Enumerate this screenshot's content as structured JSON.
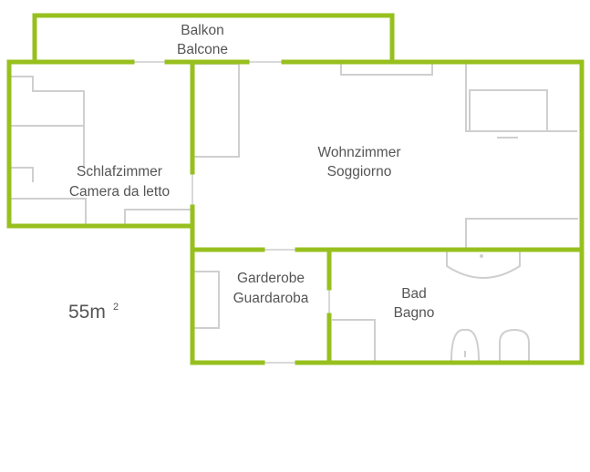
{
  "rooms": {
    "balcony": {
      "line1": "Balkon",
      "line2": "Balcone"
    },
    "bedroom": {
      "line1": "Schlafzimmer",
      "line2": "Camera da letto"
    },
    "living": {
      "line1": "Wohnzimmer",
      "line2": "Soggiorno"
    },
    "wardrobe": {
      "line1": "Garderobe",
      "line2": "Guardaroba"
    },
    "bath": {
      "line1": "Bad",
      "line2": "Bagno"
    }
  },
  "area": {
    "value": "55m",
    "superscript": "2"
  },
  "colors": {
    "wall": "#97c01e",
    "furniture": "#cfcfcf",
    "text": "#555555"
  }
}
